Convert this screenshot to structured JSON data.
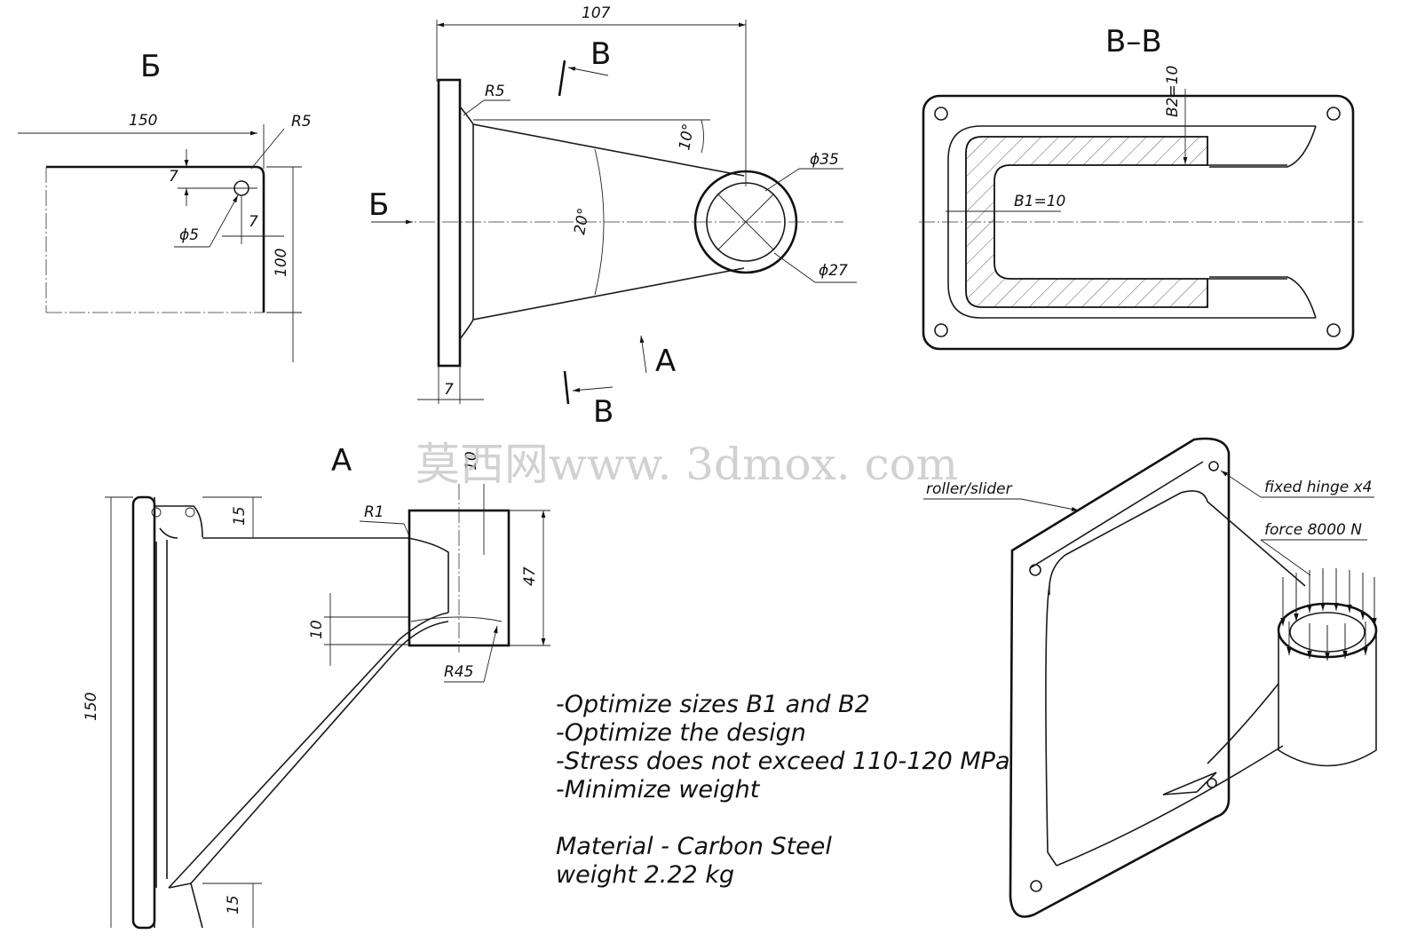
{
  "view_labels": {
    "b_view": "Б",
    "section": "B–B",
    "cut_top": "B",
    "cut_bottom": "B",
    "arrow_b": "Б",
    "arrow_a": "A",
    "view_a": "A"
  },
  "dimensions": {
    "d150_top": "150",
    "r5_left": "R5",
    "d7_v": "7",
    "d7_h": "7",
    "phi5": "ϕ5",
    "d100": "100",
    "d107": "107",
    "r5_top": "R5",
    "ang10": "10°",
    "ang20": "20°",
    "phi35": "ϕ35",
    "phi27": "ϕ27",
    "d7_flange": "7",
    "b2": "B2=10",
    "b1": "B1=10",
    "d15_top": "15",
    "r1": "R1",
    "d10_top": "10",
    "d47": "47",
    "d10_mid": "10",
    "r45": "R45",
    "d150_left": "150",
    "d15_bot": "15"
  },
  "callouts": {
    "roller": "roller/slider",
    "hinge": "fixed hinge x4",
    "force": "force 8000 N"
  },
  "notes": [
    "-Optimize sizes B1 and B2",
    "-Optimize the design",
    "-Stress does not exceed 110-120 MPa",
    "-Minimize weight"
  ],
  "material": "Material - Carbon Steel",
  "weight": "weight 2.22 kg",
  "watermark": "莫西网www. 3dmox. com"
}
